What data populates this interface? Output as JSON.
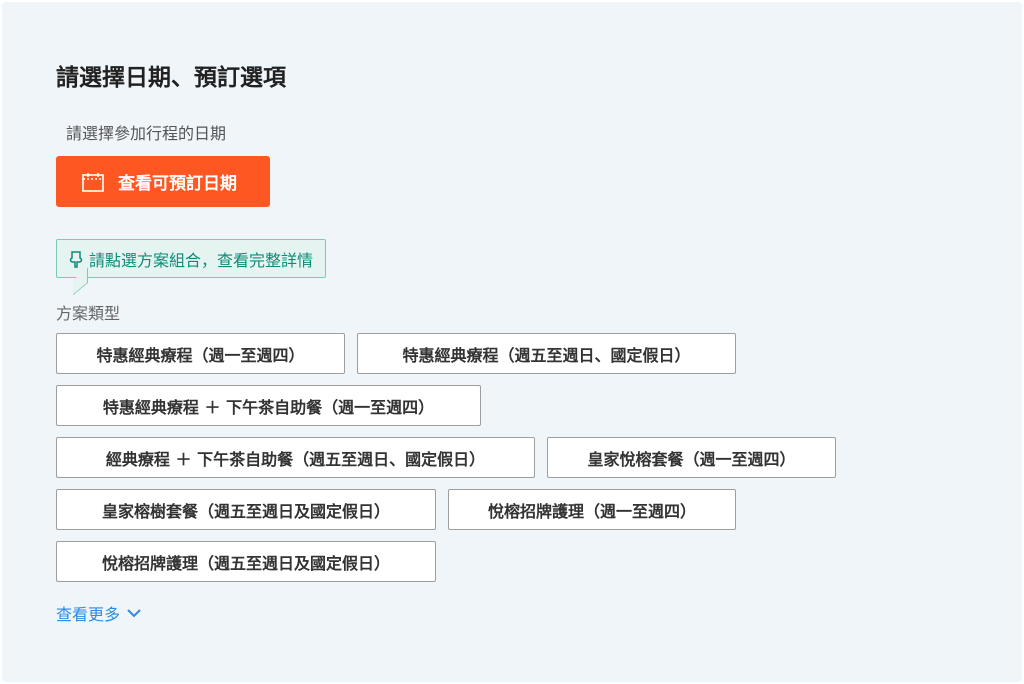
{
  "title": "請選擇日期、預訂選項",
  "subtitle": "請選擇參加行程的日期",
  "date_button": {
    "label": "查看可預訂日期",
    "icon": "calendar-icon",
    "color": "#ff5722"
  },
  "tip": {
    "text": "請點選方案組合，查看完整詳情",
    "icon": "pointer-hand-icon"
  },
  "package_type_label": "方案類型",
  "packages": [
    "特惠經典療程（週一至週四）",
    "特惠經典療程（週五至週日、國定假日）",
    "特惠經典療程 ＋ 下午茶自助餐（週一至週四）",
    "經典療程 ＋ 下午茶自助餐（週五至週日、國定假日）",
    "皇家悅榕套餐（週一至週四）",
    "皇家榕樹套餐（週五至週日及國定假日）",
    "悅榕招牌護理（週一至週四）",
    "悅榕招牌護理（週五至週日及國定假日）"
  ],
  "see_more": "查看更多"
}
